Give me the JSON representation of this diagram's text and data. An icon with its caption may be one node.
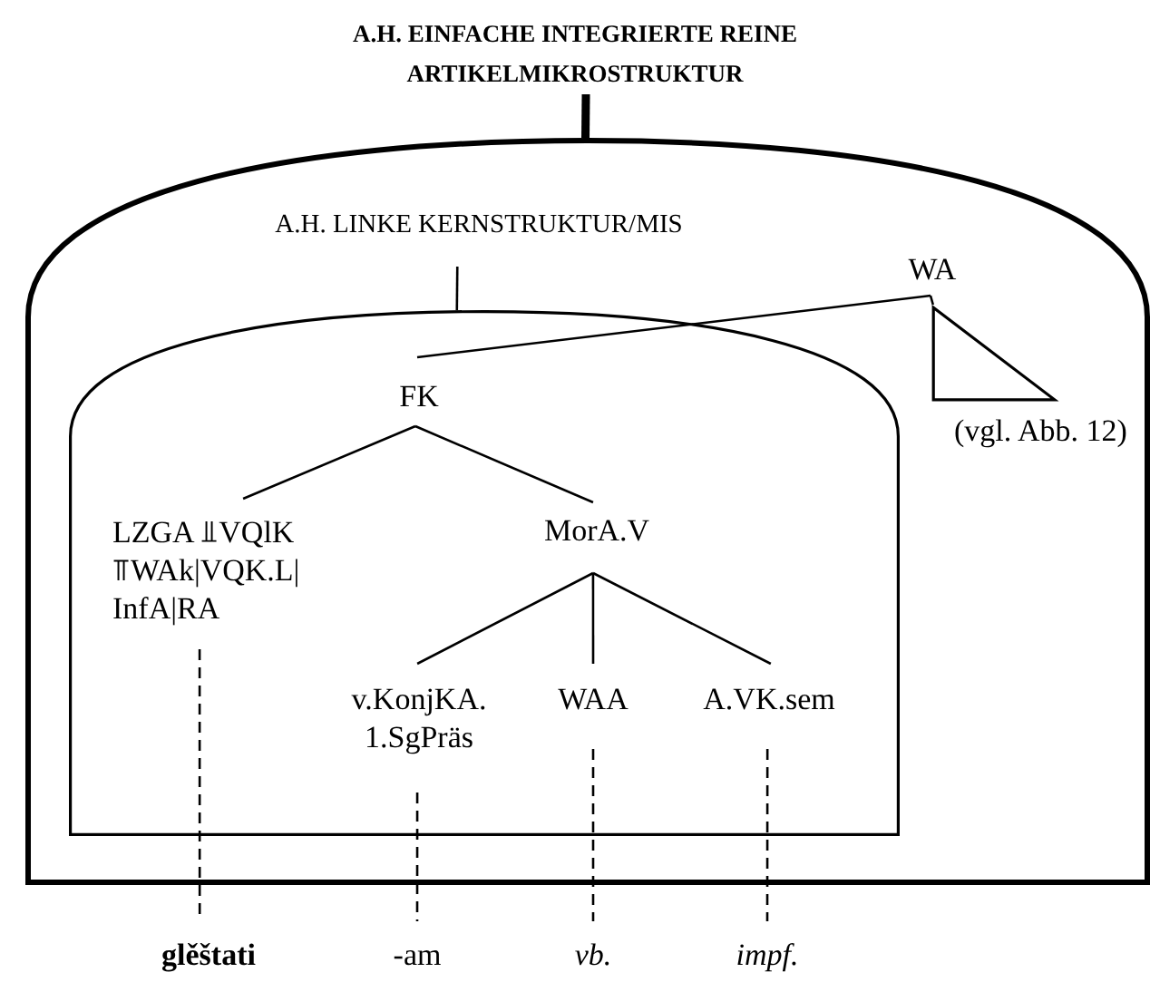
{
  "diagram": {
    "nodes": [
      {
        "text": [
          "A.H. EINFACHE INTEGRIERTE REINE ARTIKELMIKROSTRUKTUR"
        ]
      },
      {
        "text": [],
        "shape": "dome"
      },
      {
        "text": [
          "A.H. LINKE KERNSTRUKTUR/MIS"
        ],
        "in": 1
      },
      {
        "text": [],
        "shape": "dome",
        "in": 1
      },
      {
        "text": [
          "WA"
        ],
        "in": 1
      },
      {
        "text": [],
        "shape": "triangle",
        "in": 1,
        "beside": [
          "(vgl. Abb. 12)"
        ]
      },
      {
        "text": [
          "FK"
        ],
        "in": 3
      },
      {
        "text": [
          "LZGA ⫫VQlK ⫪WAk|VQK.L| InfA|RA"
        ],
        "in": 3
      },
      {
        "text": [
          "MorA.V"
        ],
        "in": 3
      },
      {
        "text": [
          "v.KonjKA. 1.SgPräs"
        ],
        "in": 3
      },
      {
        "text": [
          "WAA"
        ],
        "in": 3
      },
      {
        "text": [
          "A.VK.sem"
        ],
        "in": 3
      },
      {
        "text": [
          "glěštati"
        ]
      },
      {
        "text": [
          "-am"
        ]
      },
      {
        "text": [
          "vb."
        ]
      },
      {
        "text": [
          "impf."
        ]
      }
    ],
    "edges": [
      {
        "from": 0,
        "to": 1,
        "arrow": "none",
        "style": "thick"
      },
      {
        "from": 2,
        "to": 3,
        "arrow": "none"
      },
      {
        "from": 4,
        "to": 5,
        "arrow": "none"
      },
      {
        "from": 4,
        "to": 6,
        "arrow": "none"
      },
      {
        "from": 6,
        "to": 7,
        "arrow": "none"
      },
      {
        "from": 6,
        "to": 8,
        "arrow": "none"
      },
      {
        "from": 8,
        "to": 9,
        "arrow": "none"
      },
      {
        "from": 8,
        "to": 10,
        "arrow": "none"
      },
      {
        "from": 8,
        "to": 11,
        "arrow": "none"
      },
      {
        "from": 7,
        "to": 12,
        "arrow": "none",
        "style": "dashed"
      },
      {
        "from": 9,
        "to": 13,
        "arrow": "none",
        "style": "dashed"
      },
      {
        "from": 10,
        "to": 14,
        "arrow": "none",
        "style": "dashed"
      },
      {
        "from": 11,
        "to": 15,
        "arrow": "none",
        "style": "dashed"
      }
    ]
  }
}
